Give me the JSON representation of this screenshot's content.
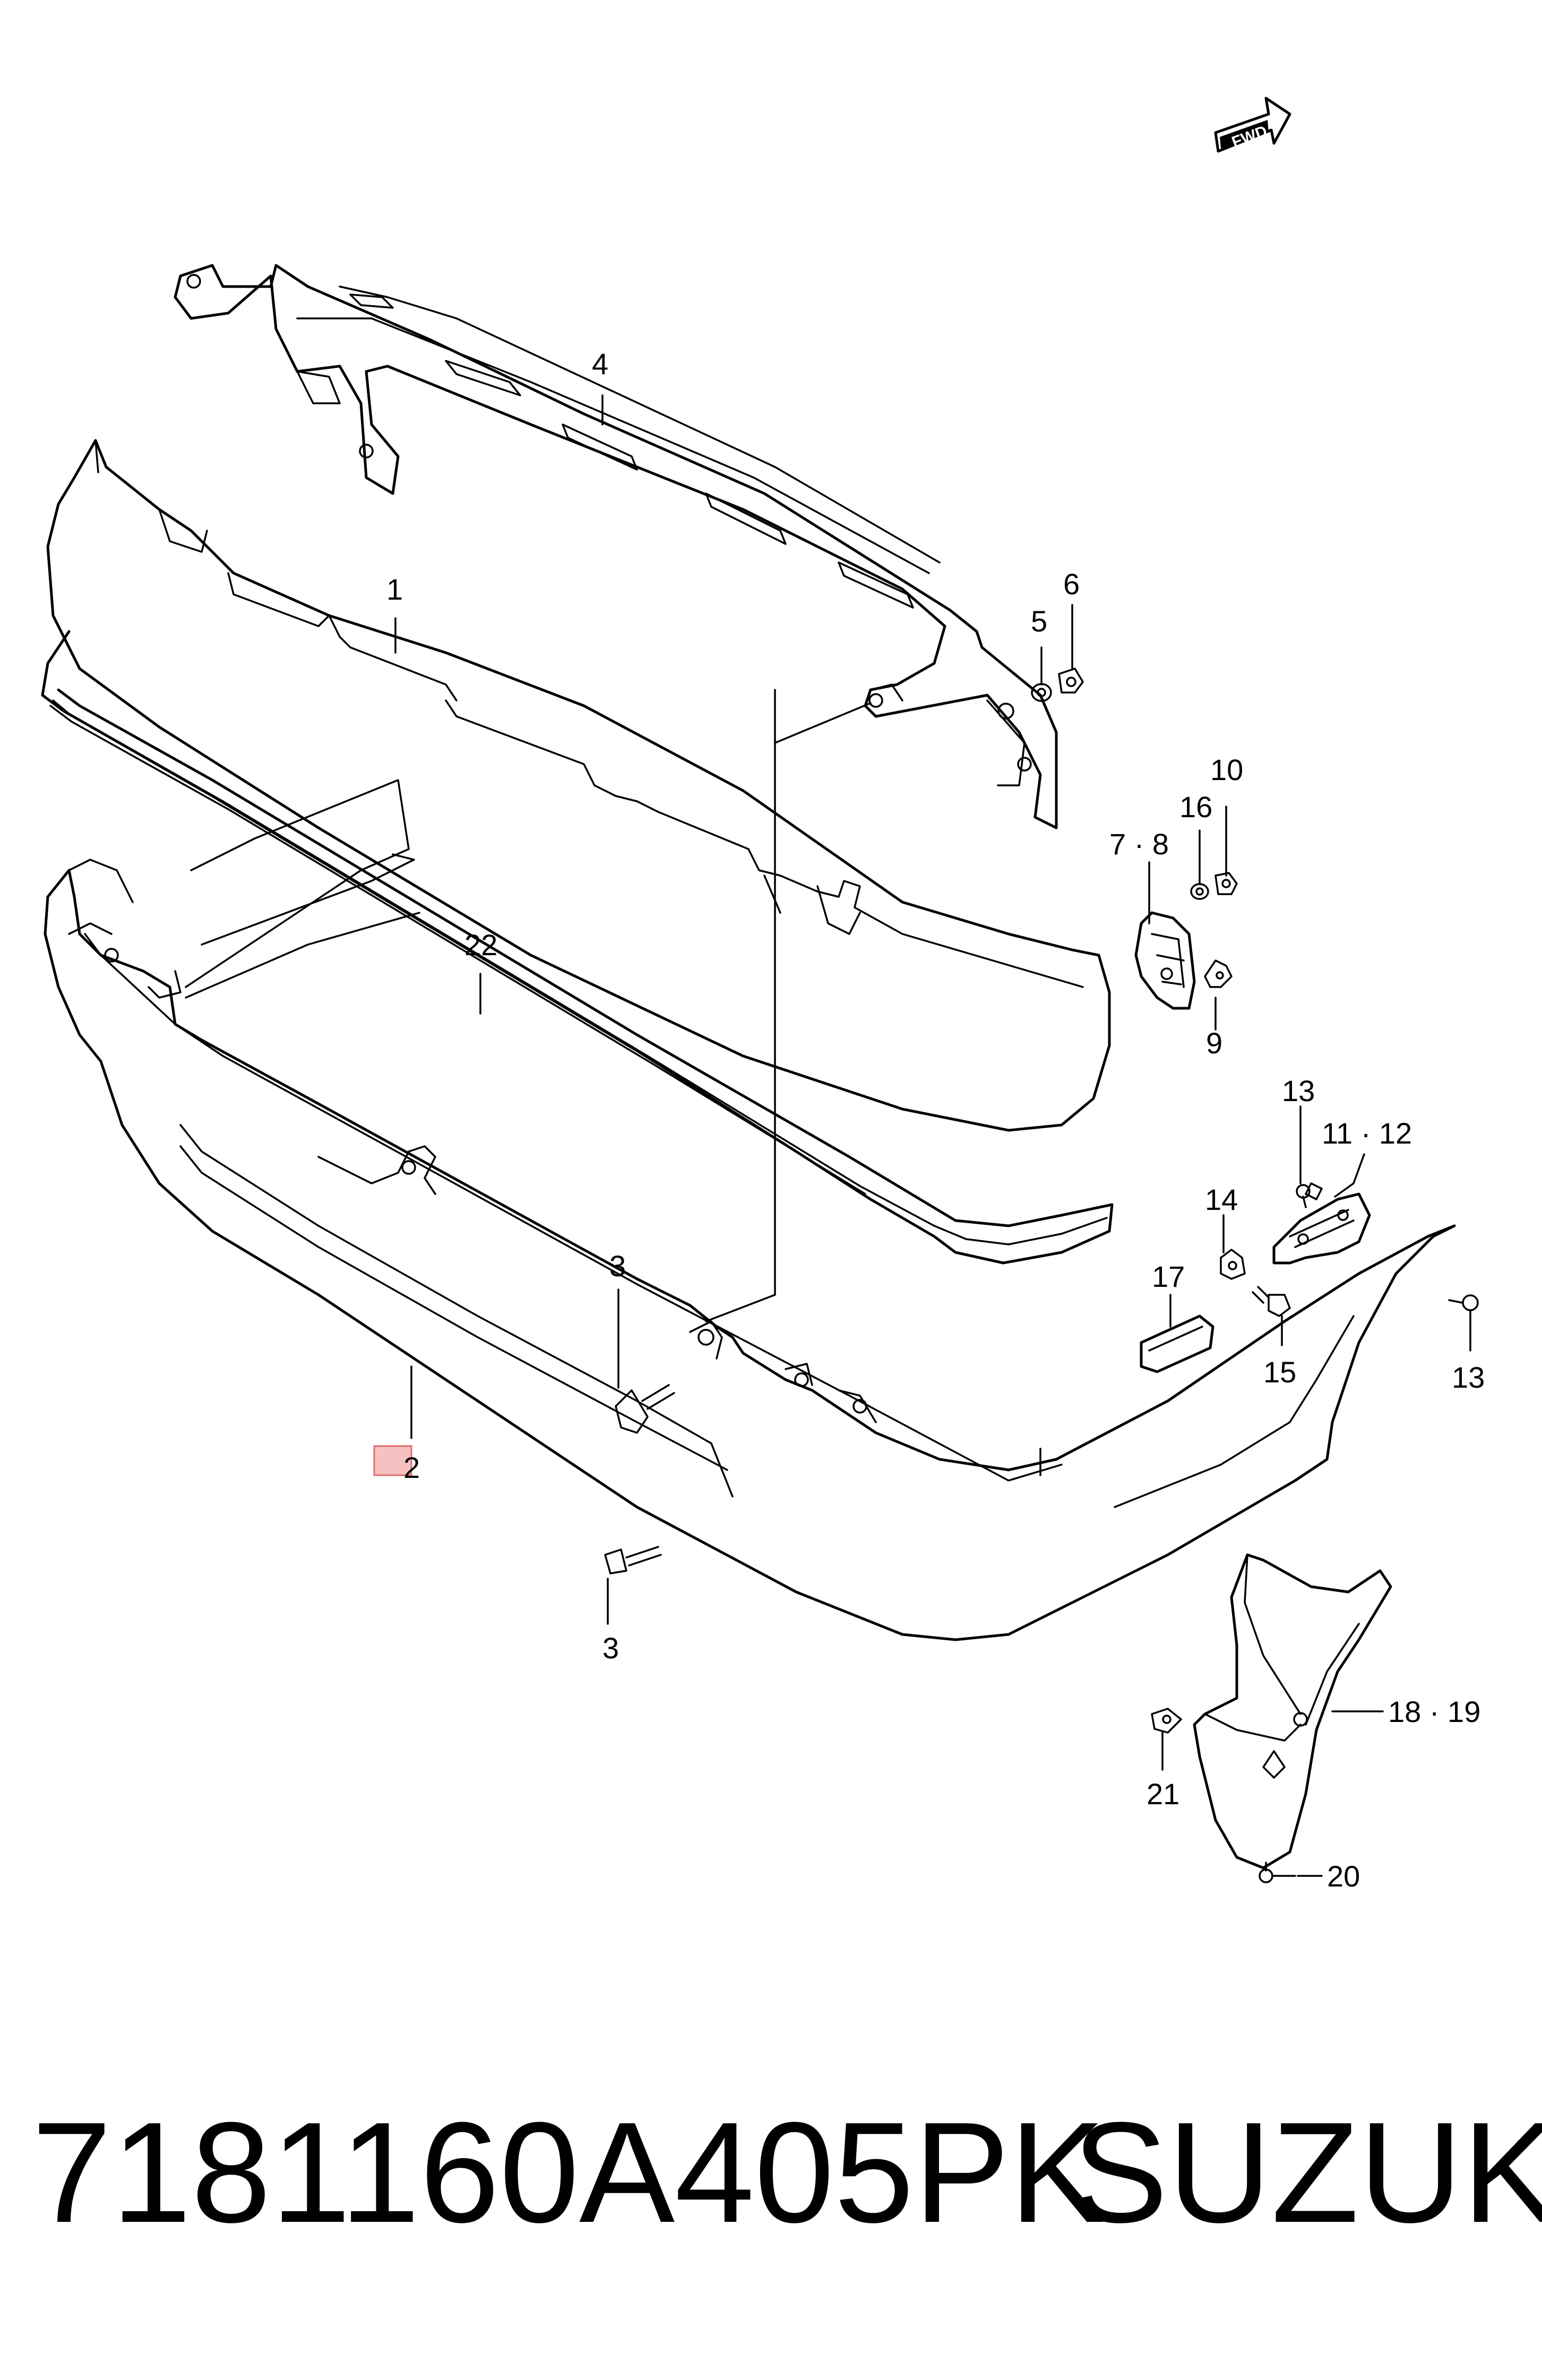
{
  "diagram": {
    "badge": "FWD",
    "callouts": {
      "c1": "1",
      "c2": "2",
      "c3a": "3",
      "c3b": "3",
      "c4": "4",
      "c5": "5",
      "c6": "6",
      "c78": "7 · 8",
      "c9": "9",
      "c10": "10",
      "c1112": "11 · 12",
      "c13a": "13",
      "c13b": "13",
      "c14": "14",
      "c15": "15",
      "c16": "16",
      "c17": "17",
      "c1819": "18 · 19",
      "c20": "20",
      "c21": "21",
      "c22": "22"
    },
    "highlight_color": "#f4a6a6"
  },
  "footer": {
    "part_number": "7181160A405PK",
    "brand": "SUZUKI"
  }
}
